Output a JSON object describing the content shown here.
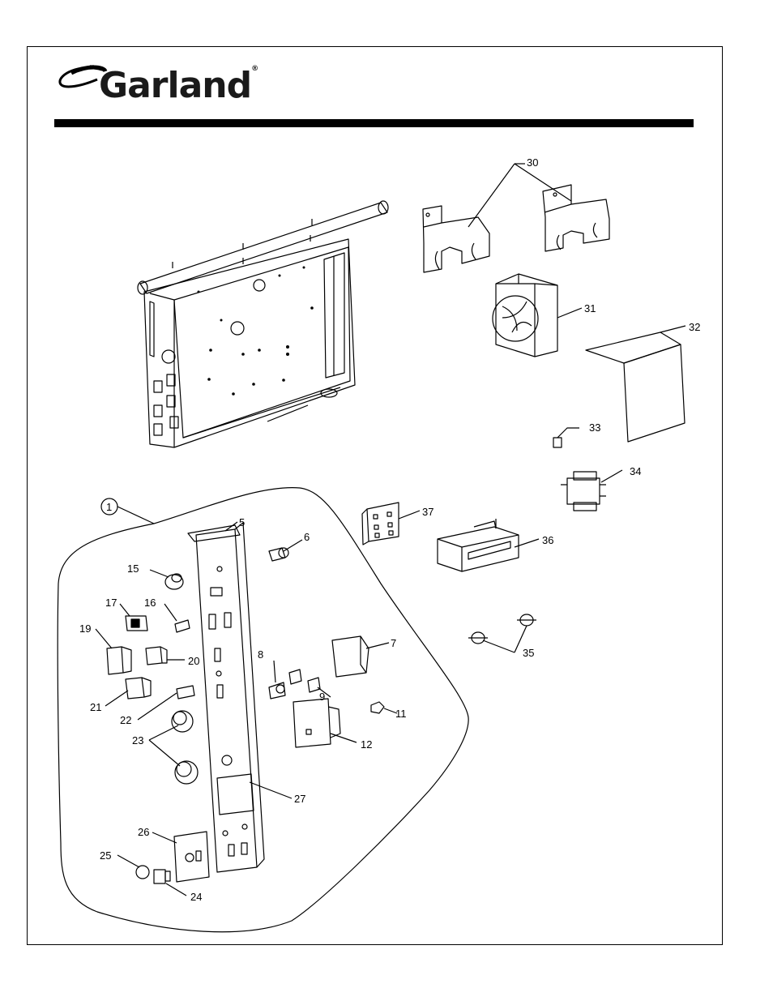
{
  "brand": {
    "name": "Garland",
    "tm": "™",
    "reg": "®"
  },
  "callouts": {
    "c1": "1",
    "c5": "5",
    "c6": "6",
    "c7": "7",
    "c8": "8",
    "c9": "9",
    "c11": "11",
    "c12": "12",
    "c15": "15",
    "c16": "16",
    "c17": "17",
    "c19": "19",
    "c20": "20",
    "c21": "21",
    "c22": "22",
    "c23": "23",
    "c24": "24",
    "c25": "25",
    "c26": "26",
    "c27": "27",
    "c30": "30",
    "c31": "31",
    "c32": "32",
    "c33": "33",
    "c34": "34",
    "c35": "35",
    "c36": "36",
    "c37": "37"
  },
  "colors": {
    "ink": "#000000",
    "paper": "#ffffff",
    "shade": "#cfcfcf"
  }
}
